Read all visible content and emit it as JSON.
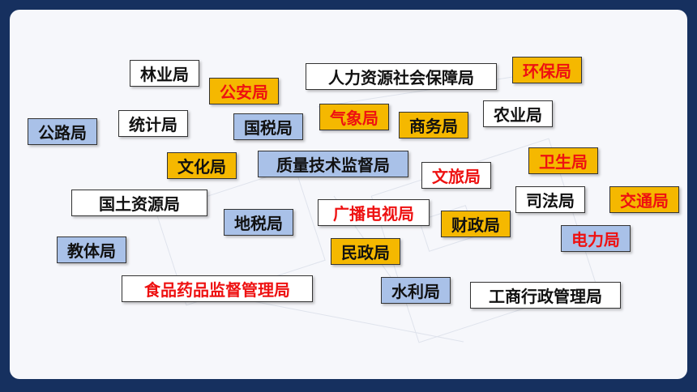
{
  "colors": {
    "frame": "#16305f",
    "panel": "#f6f7fb",
    "white": "#ffffff",
    "yellow": "#f5b800",
    "blue": "#a9c1e8",
    "text_black": "#111111",
    "text_red": "#ee1111"
  },
  "labels": [
    {
      "id": "linye",
      "text": "林业局",
      "bg": "white",
      "fg": "black"
    },
    {
      "id": "renli",
      "text": "人力资源社会保障局",
      "bg": "white",
      "fg": "black"
    },
    {
      "id": "huanbao",
      "text": "环保局",
      "bg": "yellow",
      "fg": "red"
    },
    {
      "id": "gongan",
      "text": "公安局",
      "bg": "yellow",
      "fg": "red"
    },
    {
      "id": "tongji",
      "text": "统计局",
      "bg": "white",
      "fg": "black"
    },
    {
      "id": "gonglu",
      "text": "公路局",
      "bg": "blue",
      "fg": "black"
    },
    {
      "id": "guoshui",
      "text": "国税局",
      "bg": "blue",
      "fg": "black"
    },
    {
      "id": "qixiang",
      "text": "气象局",
      "bg": "yellow",
      "fg": "red"
    },
    {
      "id": "shangwu",
      "text": "商务局",
      "bg": "yellow",
      "fg": "black"
    },
    {
      "id": "nongye",
      "text": "农业局",
      "bg": "white",
      "fg": "black"
    },
    {
      "id": "wenhua",
      "text": "文化局",
      "bg": "yellow",
      "fg": "black"
    },
    {
      "id": "zhiliang",
      "text": "质量技术监督局",
      "bg": "blue",
      "fg": "black"
    },
    {
      "id": "wenlv",
      "text": "文旅局",
      "bg": "white",
      "fg": "red"
    },
    {
      "id": "weisheng",
      "text": "卫生局",
      "bg": "yellow",
      "fg": "red"
    },
    {
      "id": "guotu",
      "text": "国土资源局",
      "bg": "white",
      "fg": "black"
    },
    {
      "id": "guangbo",
      "text": "广播电视局",
      "bg": "white",
      "fg": "red"
    },
    {
      "id": "sifa",
      "text": "司法局",
      "bg": "white",
      "fg": "black"
    },
    {
      "id": "jiaotong",
      "text": "交通局",
      "bg": "yellow",
      "fg": "red"
    },
    {
      "id": "dishui",
      "text": "地税局",
      "bg": "blue",
      "fg": "black"
    },
    {
      "id": "caizheng",
      "text": "财政局",
      "bg": "yellow",
      "fg": "black"
    },
    {
      "id": "dianli",
      "text": "电力局",
      "bg": "blue",
      "fg": "red"
    },
    {
      "id": "jiaoti",
      "text": "教体局",
      "bg": "blue",
      "fg": "black"
    },
    {
      "id": "minzheng",
      "text": "民政局",
      "bg": "yellow",
      "fg": "black"
    },
    {
      "id": "shipin",
      "text": "食品药品监督管理局",
      "bg": "white",
      "fg": "red"
    },
    {
      "id": "shuili",
      "text": "水利局",
      "bg": "blue",
      "fg": "black"
    },
    {
      "id": "gongshang",
      "text": "工商行政管理局",
      "bg": "white",
      "fg": "black"
    }
  ]
}
